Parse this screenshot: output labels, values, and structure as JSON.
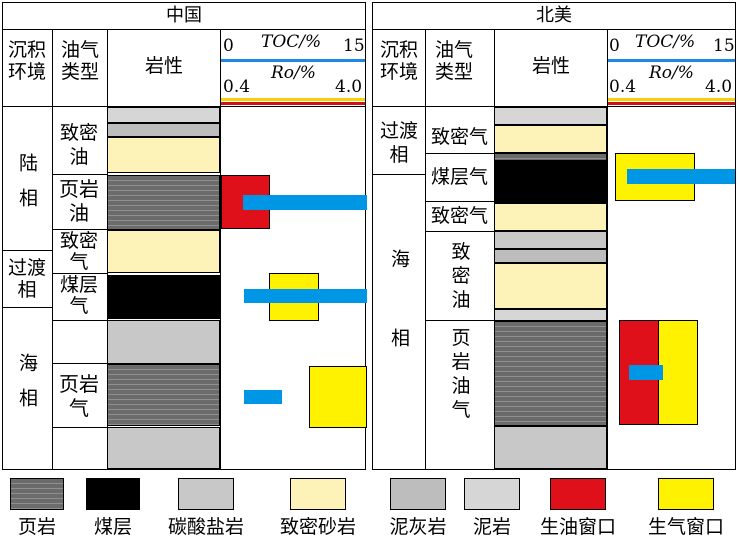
{
  "panels": {
    "china": {
      "title": "中国",
      "headers": {
        "env": "沉积环境",
        "type": "油气类型",
        "lith": "岩性"
      },
      "scale": {
        "toc_min": "0",
        "toc_label": "TOC/%",
        "toc_max": "15",
        "ro_min": "0.4",
        "ro_label": "Ro/%",
        "ro_max": "4.0"
      },
      "environments": [
        "陆相",
        "过渡相",
        "海相"
      ],
      "types": [
        "致密油",
        "页岩油",
        "致密气",
        "煤层气",
        "页岩气"
      ]
    },
    "north_america": {
      "title": "北美",
      "headers": {
        "env": "沉积环境",
        "type": "油气类型",
        "lith": "岩性"
      },
      "scale": {
        "toc_min": "0",
        "toc_label": "TOC/%",
        "toc_max": "15",
        "ro_min": "0.4",
        "ro_label": "Ro/%",
        "ro_max": "4.0"
      },
      "environments": [
        "过渡相",
        "海相"
      ],
      "types": [
        "致密气",
        "煤层气",
        "致密气",
        "致密油",
        "页岩油气"
      ]
    }
  },
  "legend": [
    "页岩",
    "煤层",
    "碳酸盐岩",
    "致密砂岩",
    "泥灰岩",
    "泥岩",
    "生油窗口",
    "生气窗口"
  ],
  "colors": {
    "oil_window": "#e0101a",
    "gas_window": "#fff200",
    "toc_bar": "#0096e6",
    "toc_line": "#1e88e5",
    "ro_line_yellow": "#f5d300",
    "ro_line_red": "#d0101a"
  }
}
